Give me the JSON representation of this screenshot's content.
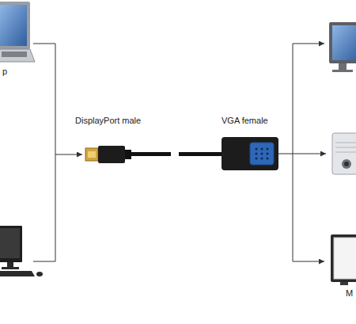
{
  "diagram": {
    "labels": [
      "p",
      "DisplayPort male",
      "VGA female",
      "M"
    ]
  }
}
